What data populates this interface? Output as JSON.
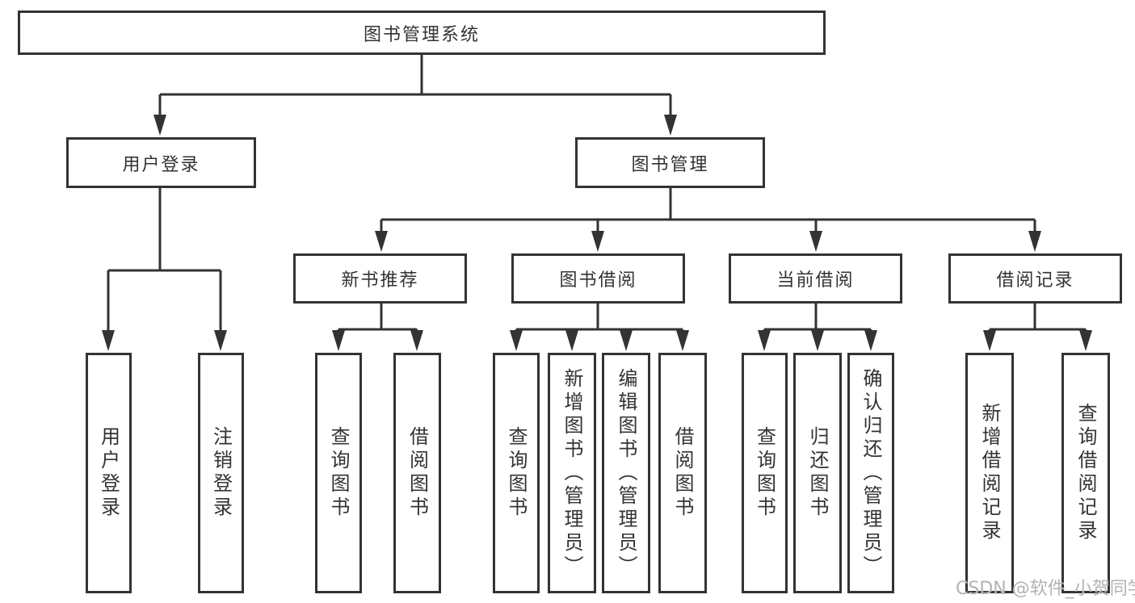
{
  "diagram": {
    "root": {
      "label": "图书管理系统"
    },
    "branches": [
      {
        "label": "用户登录",
        "children": [
          {
            "label": "用户登录"
          },
          {
            "label": "注销登录"
          }
        ]
      },
      {
        "label": "图书管理",
        "groups": [
          {
            "label": "新书推荐",
            "children": [
              {
                "label": "查询图书"
              },
              {
                "label": "借阅图书"
              }
            ]
          },
          {
            "label": "图书借阅",
            "children": [
              {
                "label": "查询图书"
              },
              {
                "label": "新增图书（管理员）"
              },
              {
                "label": "编辑图书（管理员）"
              },
              {
                "label": "借阅图书"
              }
            ]
          },
          {
            "label": "当前借阅",
            "children": [
              {
                "label": "查询图书"
              },
              {
                "label": "归还图书"
              },
              {
                "label": "确认归还（管理员）"
              }
            ]
          },
          {
            "label": "借阅记录",
            "children": [
              {
                "label": "新增借阅记录"
              },
              {
                "label": "查询借阅记录"
              }
            ]
          }
        ]
      }
    ]
  },
  "colors": {
    "line": "#333333",
    "box_border": "#333333",
    "box_bg": "#ffffff",
    "text": "#333333",
    "watermark": "#b3b3b3"
  },
  "watermark": {
    "text": "CSDN @软件_小贺同学"
  }
}
